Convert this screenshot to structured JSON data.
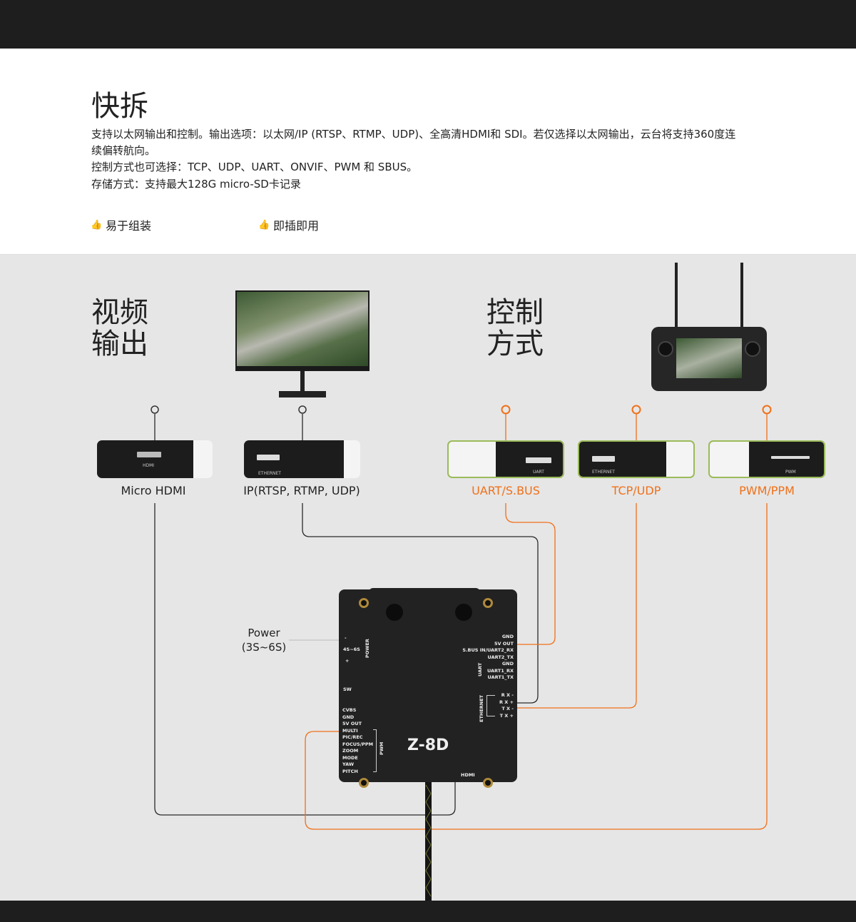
{
  "section": {
    "title": "快拆",
    "lines": [
      "支持以太网输出和控制。输出选项：以太网/IP (RTSP、RTMP、UDP)、全高清HDMI和  SDI。若仅选择以太网输出，云台将支持360度连",
      "续偏转航向。",
      "控制方式也可选择：TCP、UDP、UART、ONVIF、PWM 和 SBUS。",
      "存储方式：支持最大128G micro-SD卡记录"
    ],
    "features": [
      {
        "icon": "thumbs-up-icon",
        "label": "易于组装"
      },
      {
        "icon": "thumbs-up-icon",
        "label": "即插即用"
      }
    ]
  },
  "diagram": {
    "video_heading": [
      "视频",
      "输出"
    ],
    "control_heading": [
      "控制",
      "方式"
    ],
    "outputs": [
      {
        "label": "Micro HDMI",
        "port": "HDMI"
      },
      {
        "label": "IP(RTSP, RTMP, UDP)",
        "port": "ETHERNET"
      }
    ],
    "controls": [
      {
        "label": "UART/S.BUS",
        "port": "UART"
      },
      {
        "label": "TCP/UDP",
        "port": "ETHERNET"
      },
      {
        "label": "PWM/PPM",
        "port": "PWM"
      }
    ],
    "power_label": [
      "Power",
      "(3S~6S)"
    ],
    "device": {
      "model": "Z-8D",
      "left_pins_power": [
        "-",
        "4S~6S",
        "+"
      ],
      "power": "POWER",
      "sw": "SW",
      "left_pins": [
        "CVBS",
        "GND",
        "5V OUT",
        "MULTI",
        "PIC/REC",
        "FOCUS/PPM",
        "ZOOM",
        "MODE",
        "YAW",
        "PITCH"
      ],
      "pwm": "PWM",
      "right_pins": [
        "GND",
        "5V OUT",
        "S.BUS IN/UART2_RX",
        "UART2_TX",
        "GND",
        "UART1_RX",
        "UART1_TX"
      ],
      "uart": "UART",
      "eth_pins": [
        "R X -",
        "R X +",
        "T X -",
        "T X +"
      ],
      "ethernet": "ETHERNET",
      "hdmi": "HDMI"
    },
    "colors": {
      "accent": "#f07019",
      "panel_border": "#9bbb59"
    }
  }
}
